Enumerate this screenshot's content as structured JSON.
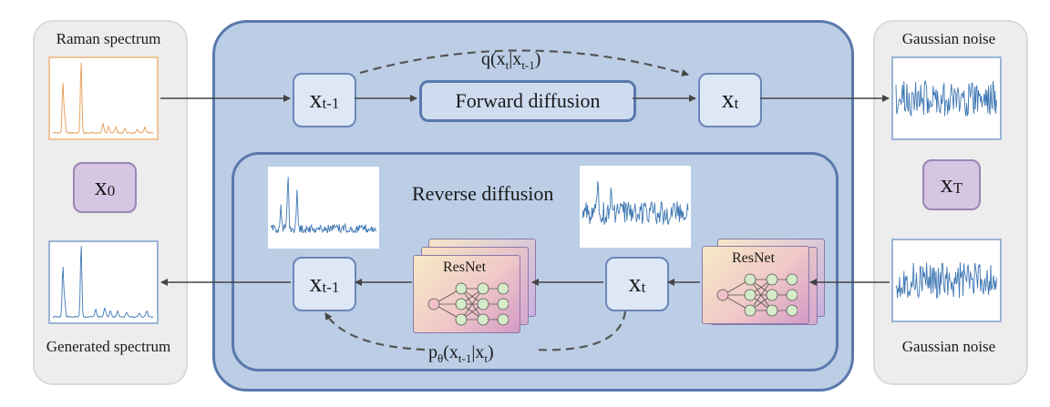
{
  "left_panel": {
    "top_label": "Raman spectrum",
    "bottom_label": "Generated spectrum",
    "x0_symbol": "x",
    "x0_sub": "0"
  },
  "right_panel": {
    "top_label": "Gaussian noise",
    "bottom_label": "Gaussian noise",
    "xT_symbol": "x",
    "xT_sub": "T"
  },
  "forward": {
    "equation_main": "q(x",
    "equation_sub1": "t",
    "equation_mid": "|x",
    "equation_sub2": "t-1",
    "equation_end": ")",
    "box_label": "Forward diffusion",
    "left_x": "x",
    "left_sub": "t-1",
    "right_x": "x",
    "right_sub": "t"
  },
  "reverse": {
    "title": "Reverse diffusion",
    "left_x": "x",
    "left_sub": "t-1",
    "right_x": "x",
    "right_sub": "t",
    "resnet_label_left": "ResNet",
    "resnet_label_right": "ResNet",
    "equation_p": "p",
    "equation_theta": "θ",
    "equation_open": "(x",
    "equation_sub1": "t-1",
    "equation_mid": "|x",
    "equation_sub2": "t",
    "equation_end": ")"
  },
  "colors": {
    "main_fill": "#bccee6",
    "main_border": "#5a79ad",
    "raman_orange": "#e59a52",
    "spectrum_blue": "#3f78b4",
    "purple_fill": "#d6c6e2"
  }
}
